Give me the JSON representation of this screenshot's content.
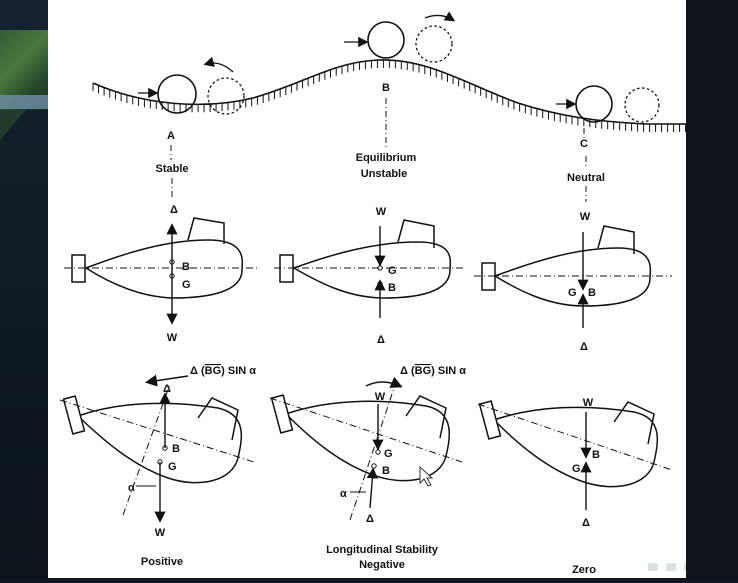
{
  "diagram": {
    "positions": [
      {
        "letter": "A",
        "label": "Stable"
      },
      {
        "letter": "B",
        "label_line1": "Equilibrium",
        "label_line2": "Unstable"
      },
      {
        "letter": "C",
        "label": "Neutral"
      }
    ],
    "symbols": {
      "weight": "W",
      "buoyancy": "B",
      "gravity": "G",
      "displacement": "Δ",
      "angle": "α"
    },
    "moment_formula": "Δ (BG) SIN α",
    "captions": {
      "left": "Positive",
      "middle_line1": "Longitudinal Stability",
      "middle_line2": "Negative",
      "right": "Zero"
    }
  }
}
